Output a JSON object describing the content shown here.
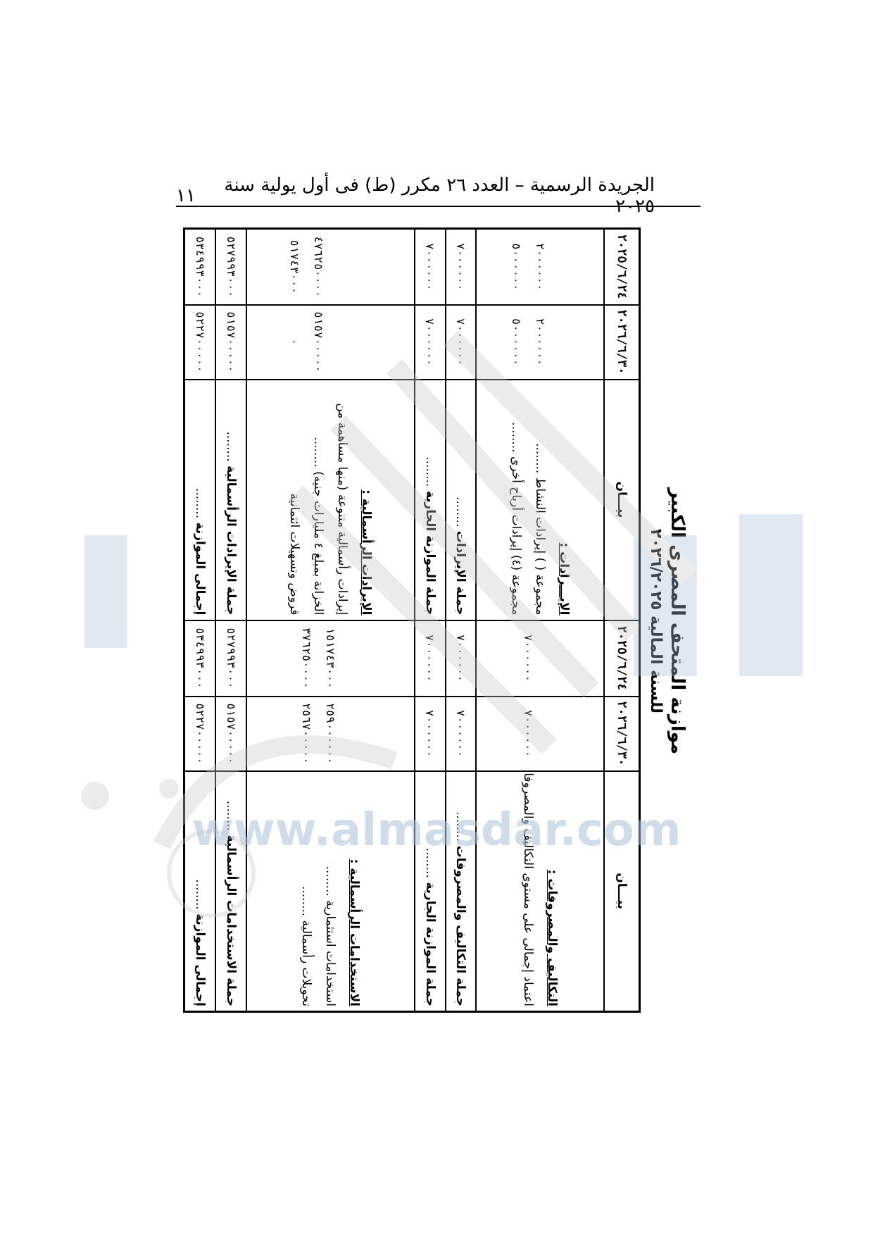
{
  "header": {
    "title": "الجريدة الرسمية – العدد ٢٦ مكرر (ط) فى أول يولية سنة ٢٠٢٥",
    "page_number": "١١"
  },
  "document": {
    "title_line1": "موازنة المتحف المصرى الكبير",
    "title_line2": "للسنة المالية ٢٠٢٦/٢٠٢٥"
  },
  "columns": {
    "date_current": "٢٠٢٦/٦/٣٠",
    "date_previous": "٢٠٢٥/٦/٢٤",
    "left_heading": "بيـــان",
    "right_heading": "بيـــان"
  },
  "costs_side": {
    "section_title": "التكاليف والمصروفات :",
    "item1_label": "اعتماد إجمالى على مستوى التكاليف والمصروفات",
    "item1_current": "٧٠٠٠٠٠٠",
    "item1_previous": "٧٠٠٠٠٠٠",
    "total_costs_label": "جملة التكاليف والمصروفات",
    "total_costs_current": "٧٠٠٠٠٠٠",
    "total_costs_previous": "٧٠٠٠٠٠٠",
    "current_budget_label": "جملة الموازنة الجارية",
    "current_budget_current": "٧٠٠٠٠٠٠",
    "current_budget_previous": "٧٠٠٠٠٠٠",
    "capital_uses_title": "الاستخدامات الرأسمالية :",
    "investments_label": "استخدامات استثمارية",
    "investments_current": "٢٥٩٠٠٠٠٠٠",
    "investments_previous": "١٥١٧٤٣٠٠٠",
    "capital_transfers_label": "تحويلات رأسمالية",
    "capital_transfers_current": "٢٥٦٧٠٠٠٠٠",
    "capital_transfers_previous": "٣٧٦٢٥٠٠٠٠",
    "total_capital_uses_label": "جملة الاستخدامات الرأسمالية",
    "total_capital_uses_current": "٥١٥٧٠٠٠٠٠",
    "total_capital_uses_previous": "٥٢٧٩٩٣٠٠٠",
    "grand_total_label": "إجمالى الموازنة",
    "grand_total_current": "٥٢٢٧٠٠٠٠٠",
    "grand_total_previous": "٥٣٤٩٩٣٠٠٠"
  },
  "revenue_side": {
    "section_title": "الإيـــرادات :",
    "item1_label": "مجموعة ( ) إيرادات النشاط",
    "item1_current": "٢٠٠٠٠٠٠",
    "item1_previous": "٢٠٠٠٠٠٠",
    "item2_label": "مجموعة (٤) إيرادات أرباح أخرى",
    "item2_current": "٥٠٠٠٠٠٠",
    "item2_previous": "٥٠٠٠٠٠٠",
    "total_revenue_label": "جملة الإيرادات",
    "total_revenue_current": "٧٠٠٠٠٠٠",
    "total_revenue_previous": "٧٠٠٠٠٠٠",
    "current_budget_label": "جملة الموازنة الجارية",
    "current_budget_current": "٧٠٠٠٠٠٠",
    "current_budget_previous": "٧٠٠٠٠٠٠",
    "capital_revenue_title": "الإيرادات الرأسمالية :",
    "capital_item1_label_a": "إيرادات رأسمالية متنوعة (منها مساهمة من",
    "capital_item1_label_b": "الخزانة بمبلغ ٤ مليارات جنيه)",
    "capital_item1_current": "٥١٥٧٠٠٠٠٠",
    "capital_item1_previous": "٤٧٦٢٥٠٠٠٠",
    "capital_item2_label": "قروض وتسهيلات ائتمانية",
    "capital_item2_current": "٠",
    "capital_item2_previous": "٥١٧٤٣٠٠٠",
    "total_capital_revenue_label": "جملة الإيرادات الرأسمالية",
    "total_capital_revenue_current": "٥١٥٧٠٠٠٠٠",
    "total_capital_revenue_previous": "٥٢٧٩٩٣٠٠٠",
    "grand_total_label": "إجمالى الموازنة",
    "grand_total_current": "٥٢٢٧٠٠٠٠٠",
    "grand_total_previous": "٥٣٤٩٩٣٠٠٠"
  },
  "watermark": {
    "url_text": "www.almasdar.com"
  },
  "colors": {
    "watermark_gray": "#c8c8c8",
    "watermark_blue": "#a9c1d9"
  }
}
